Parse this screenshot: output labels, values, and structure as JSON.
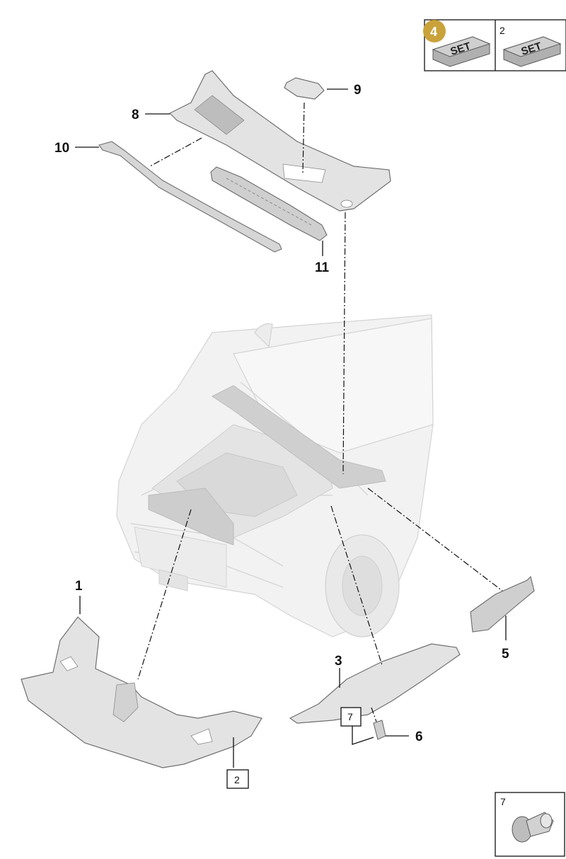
{
  "callouts": {
    "c1": "1",
    "c3": "3",
    "c5": "5",
    "c6": "6",
    "c8": "8",
    "c9": "9",
    "c10": "10",
    "c11": "11"
  },
  "boxed_refs": {
    "ref_2": "2",
    "ref_7": "7"
  },
  "set_panel": {
    "badge_number": "4",
    "cell_2_number": "2",
    "set_label": "SET",
    "badge_color": "#c9a23a"
  },
  "clip_panel": {
    "number": "7"
  }
}
